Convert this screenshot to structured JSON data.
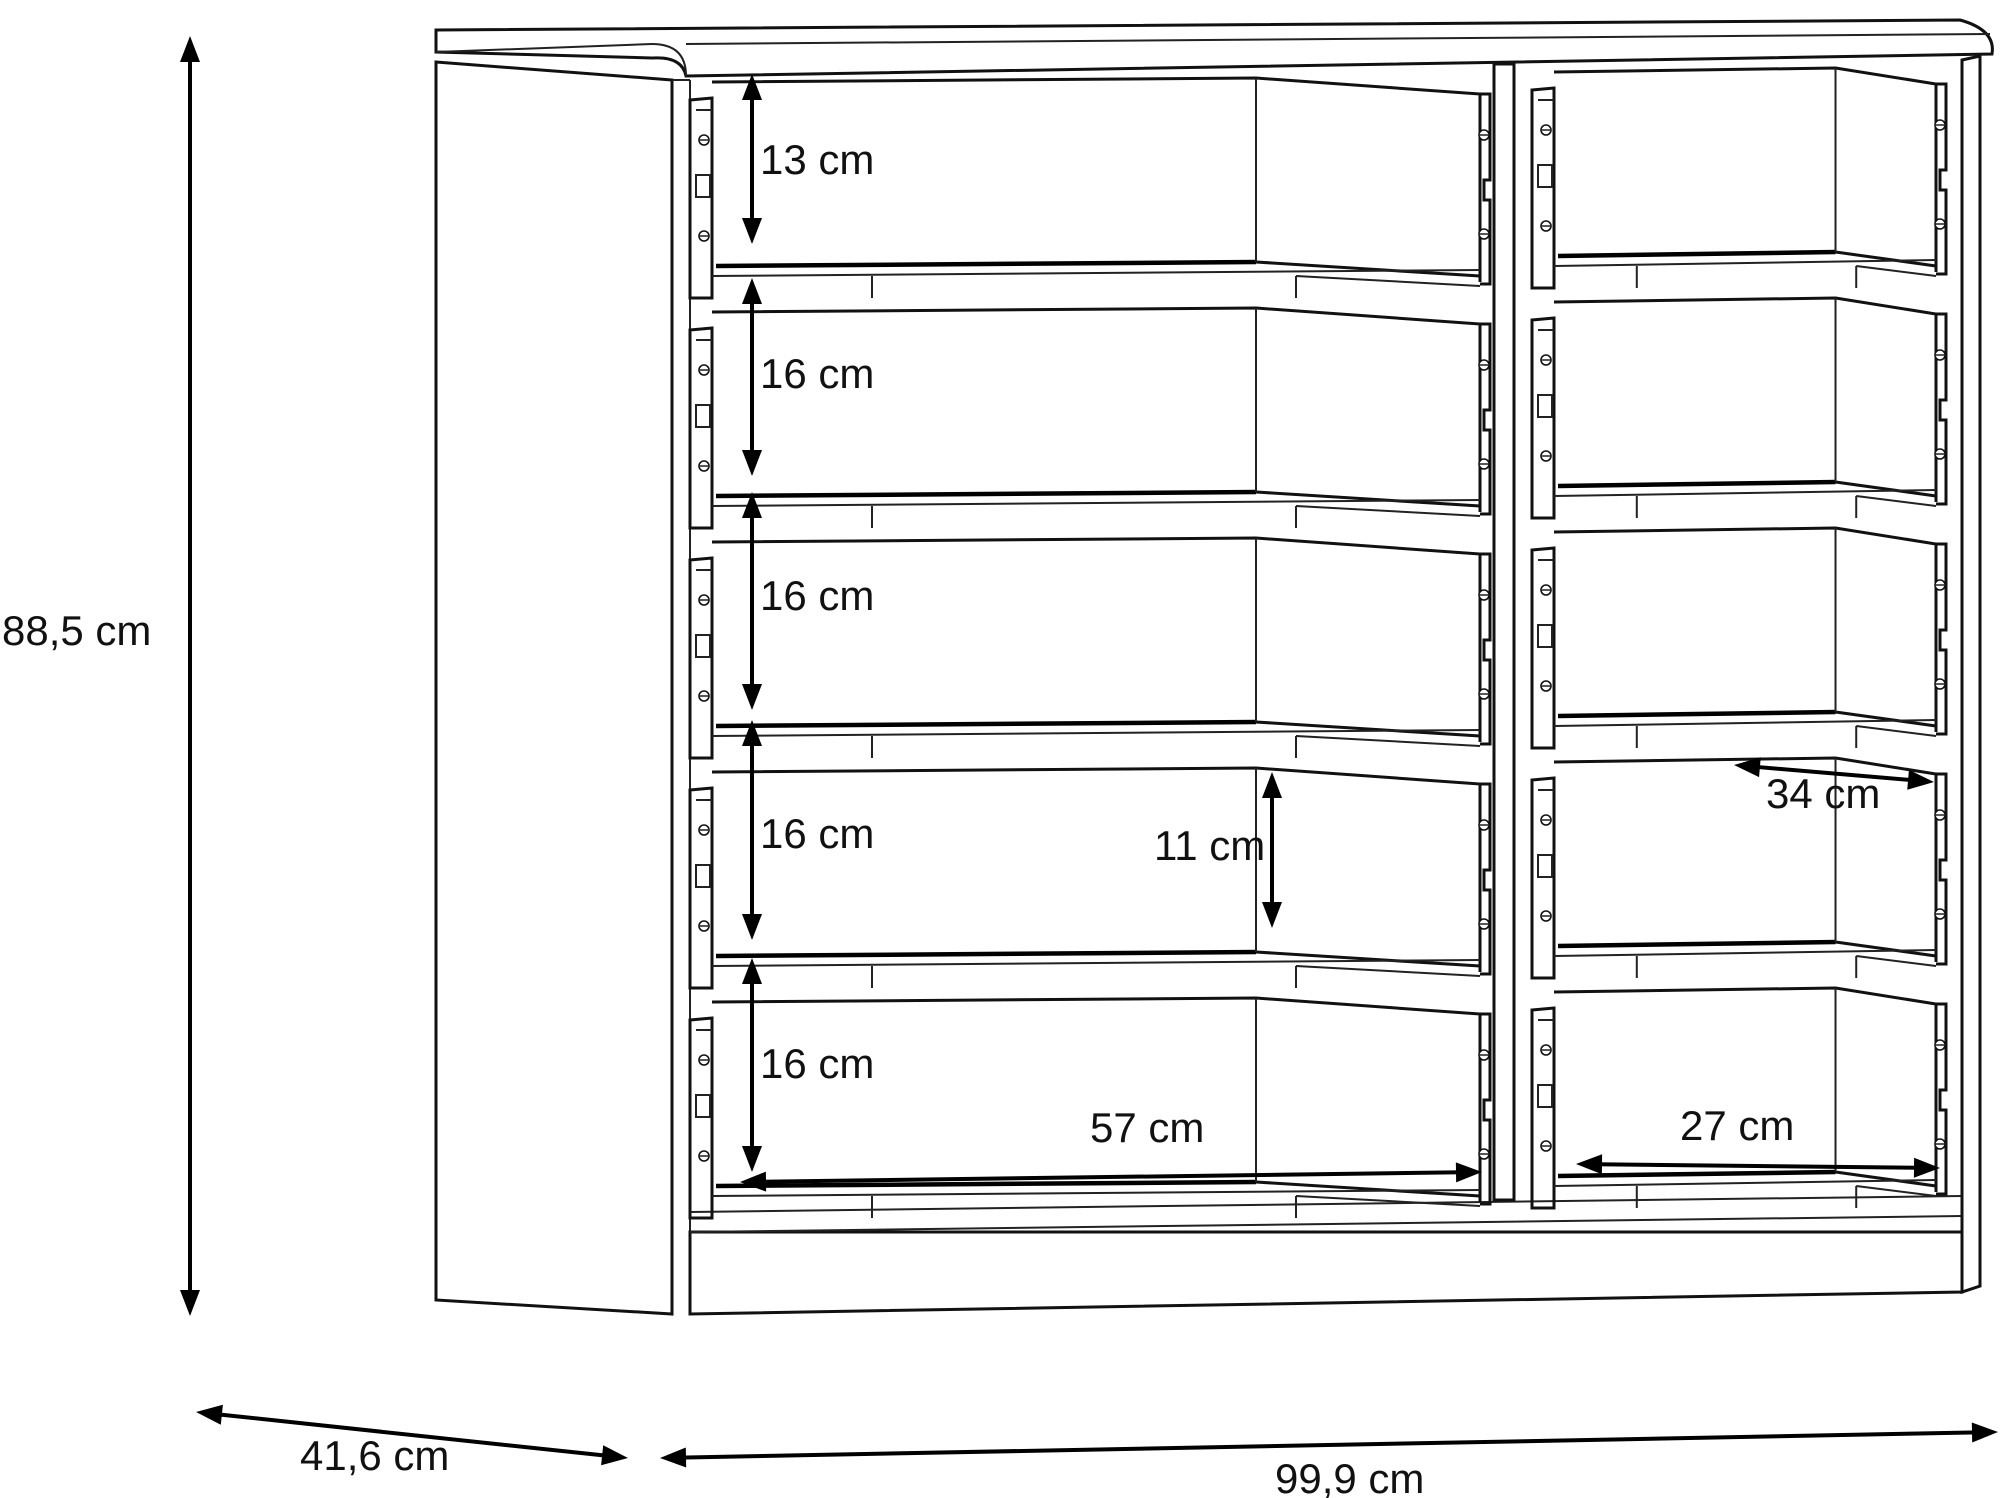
{
  "dimensions": {
    "height_total": "88,5 cm",
    "depth_total": "41,6 cm",
    "width_total": "99,9 cm",
    "gap_top": "13 cm",
    "gap_2": "16 cm",
    "gap_3": "16 cm",
    "gap_4": "16 cm",
    "gap_5": "16 cm",
    "drawer_height": "11 cm",
    "large_drawer_width": "57 cm",
    "small_drawer_width": "27 cm",
    "small_drawer_depth": "34 cm"
  },
  "colors": {
    "line": "#000000",
    "background": "#ffffff"
  }
}
